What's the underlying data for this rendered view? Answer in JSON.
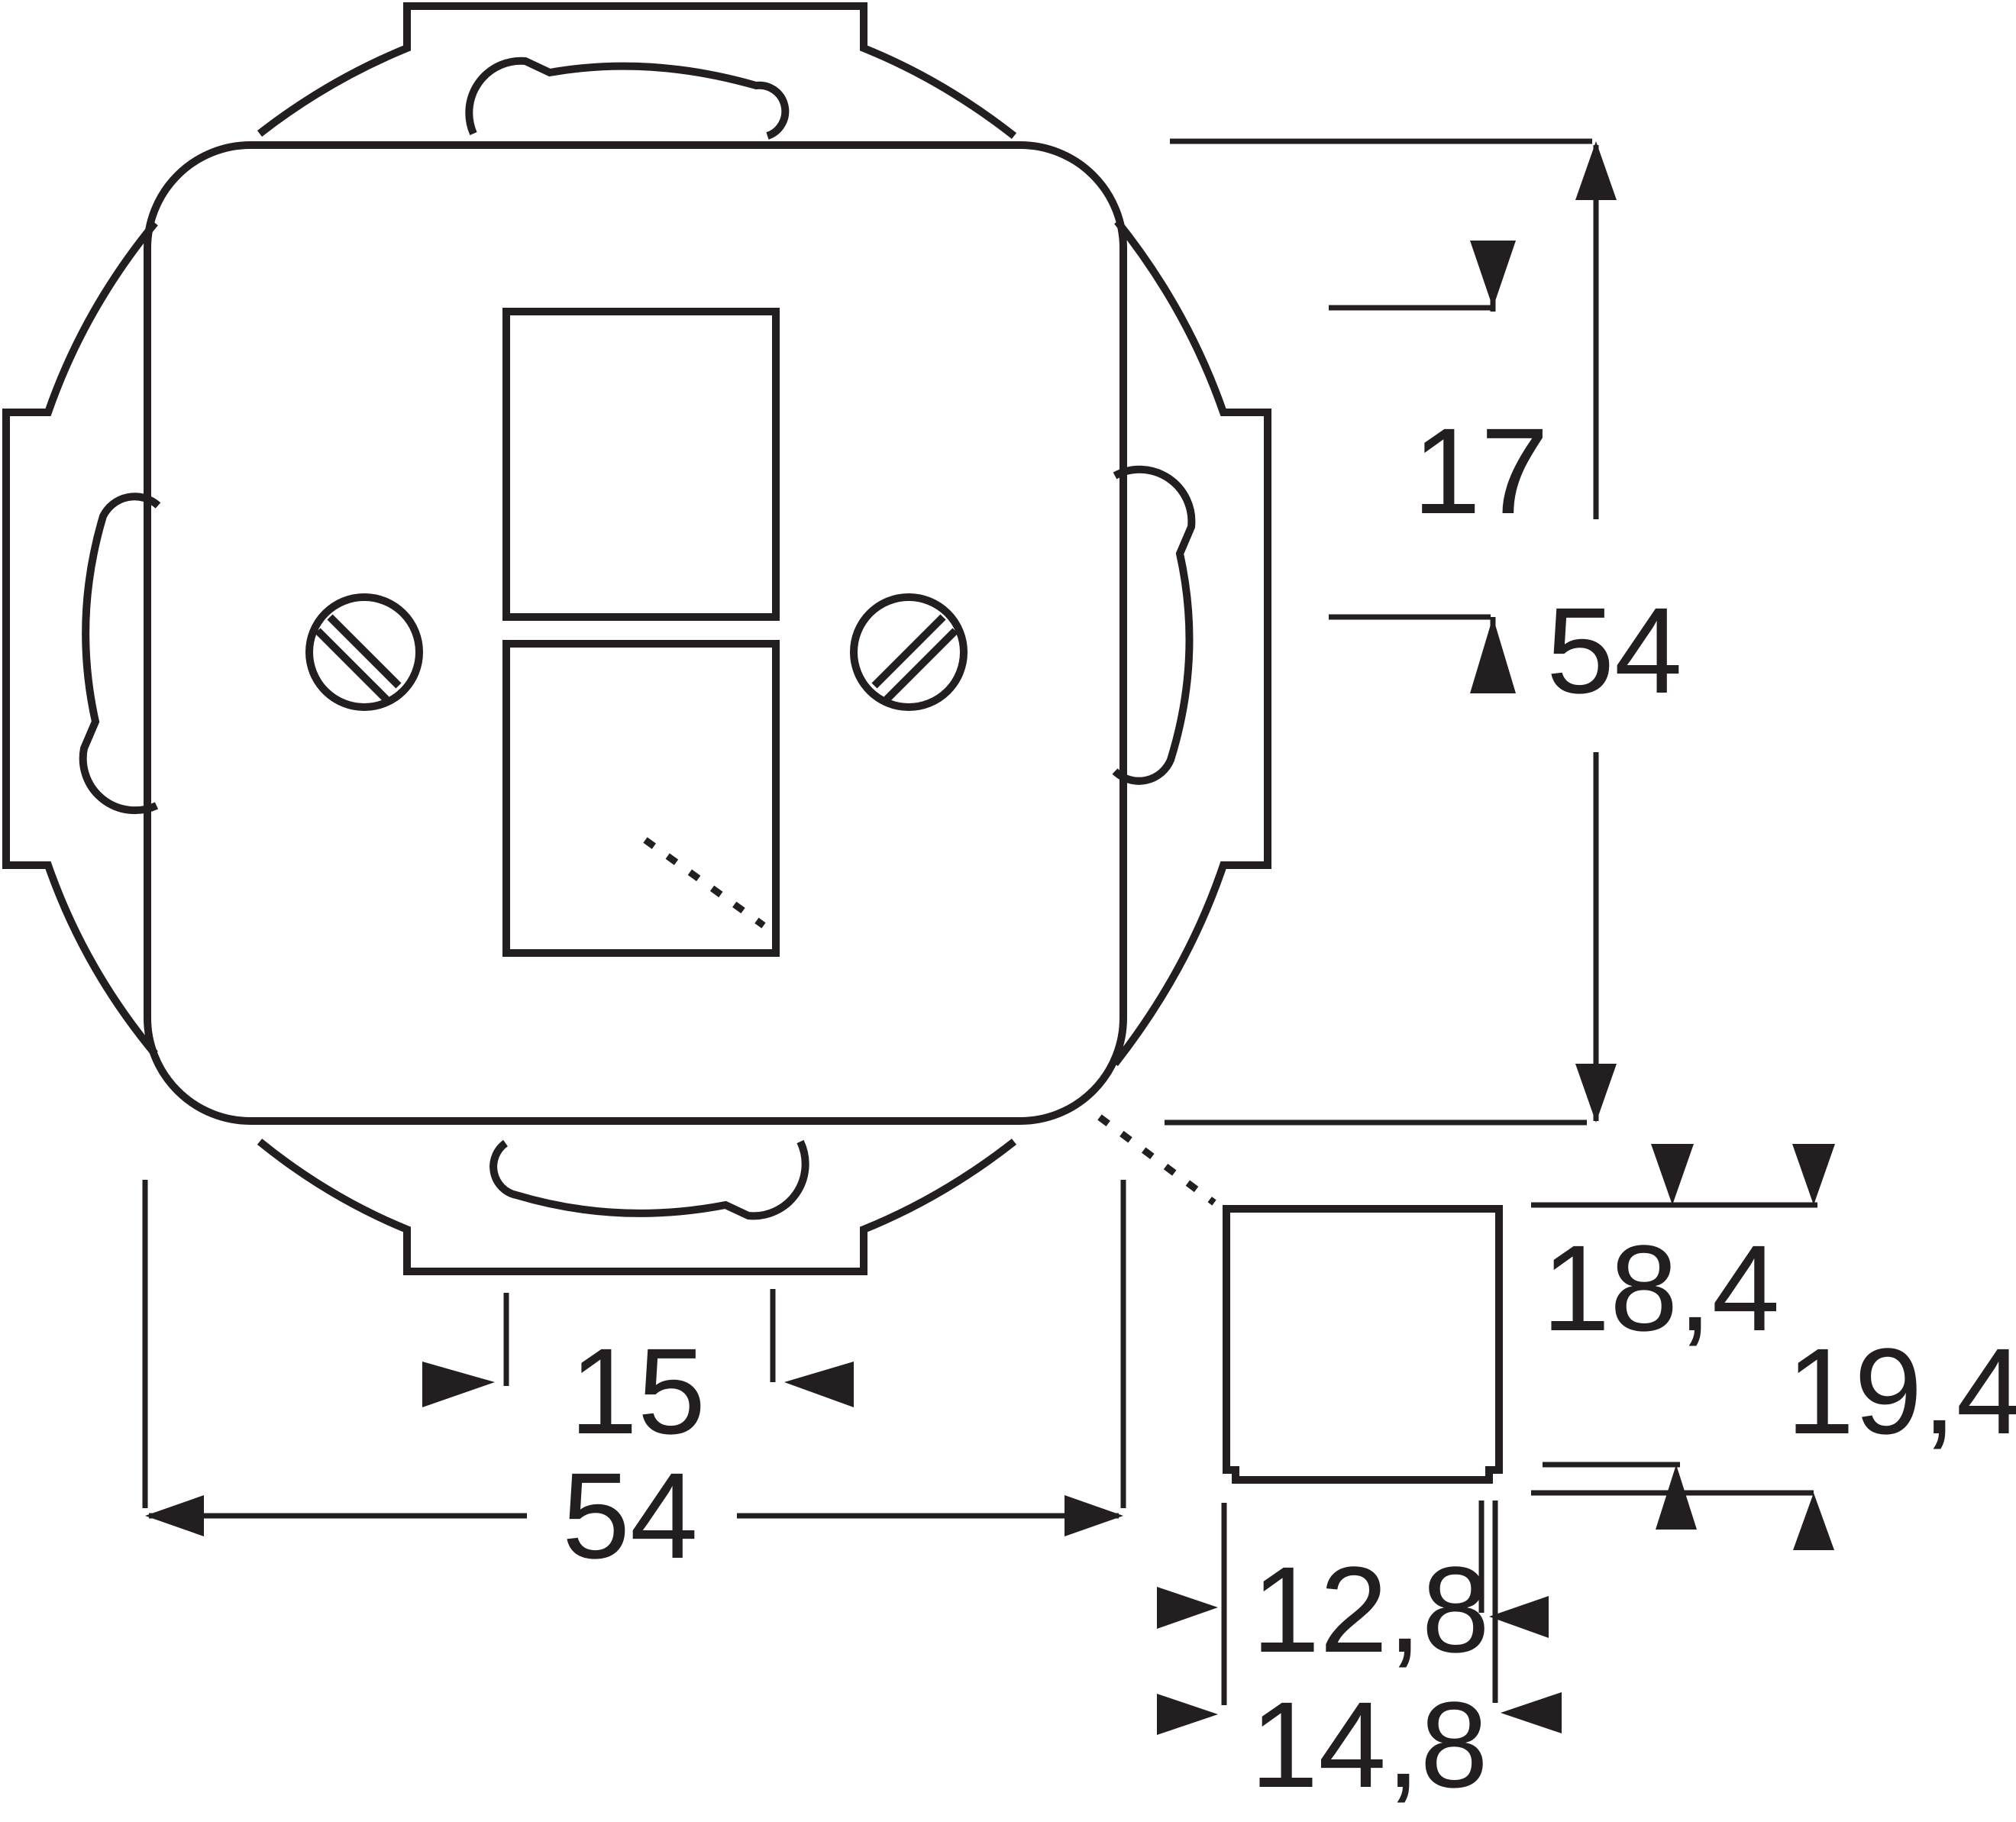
{
  "labels": {
    "height_spacing": "17",
    "height_overall": "54",
    "width_overall": "54",
    "width_opening": "15",
    "module_outer_width": "18,4",
    "module_total_width": "19,4",
    "module_inner_depth": "12,8",
    "module_outer_depth": "14,8"
  },
  "colors": {
    "ink": "#231f20",
    "background": "#ffffff"
  }
}
